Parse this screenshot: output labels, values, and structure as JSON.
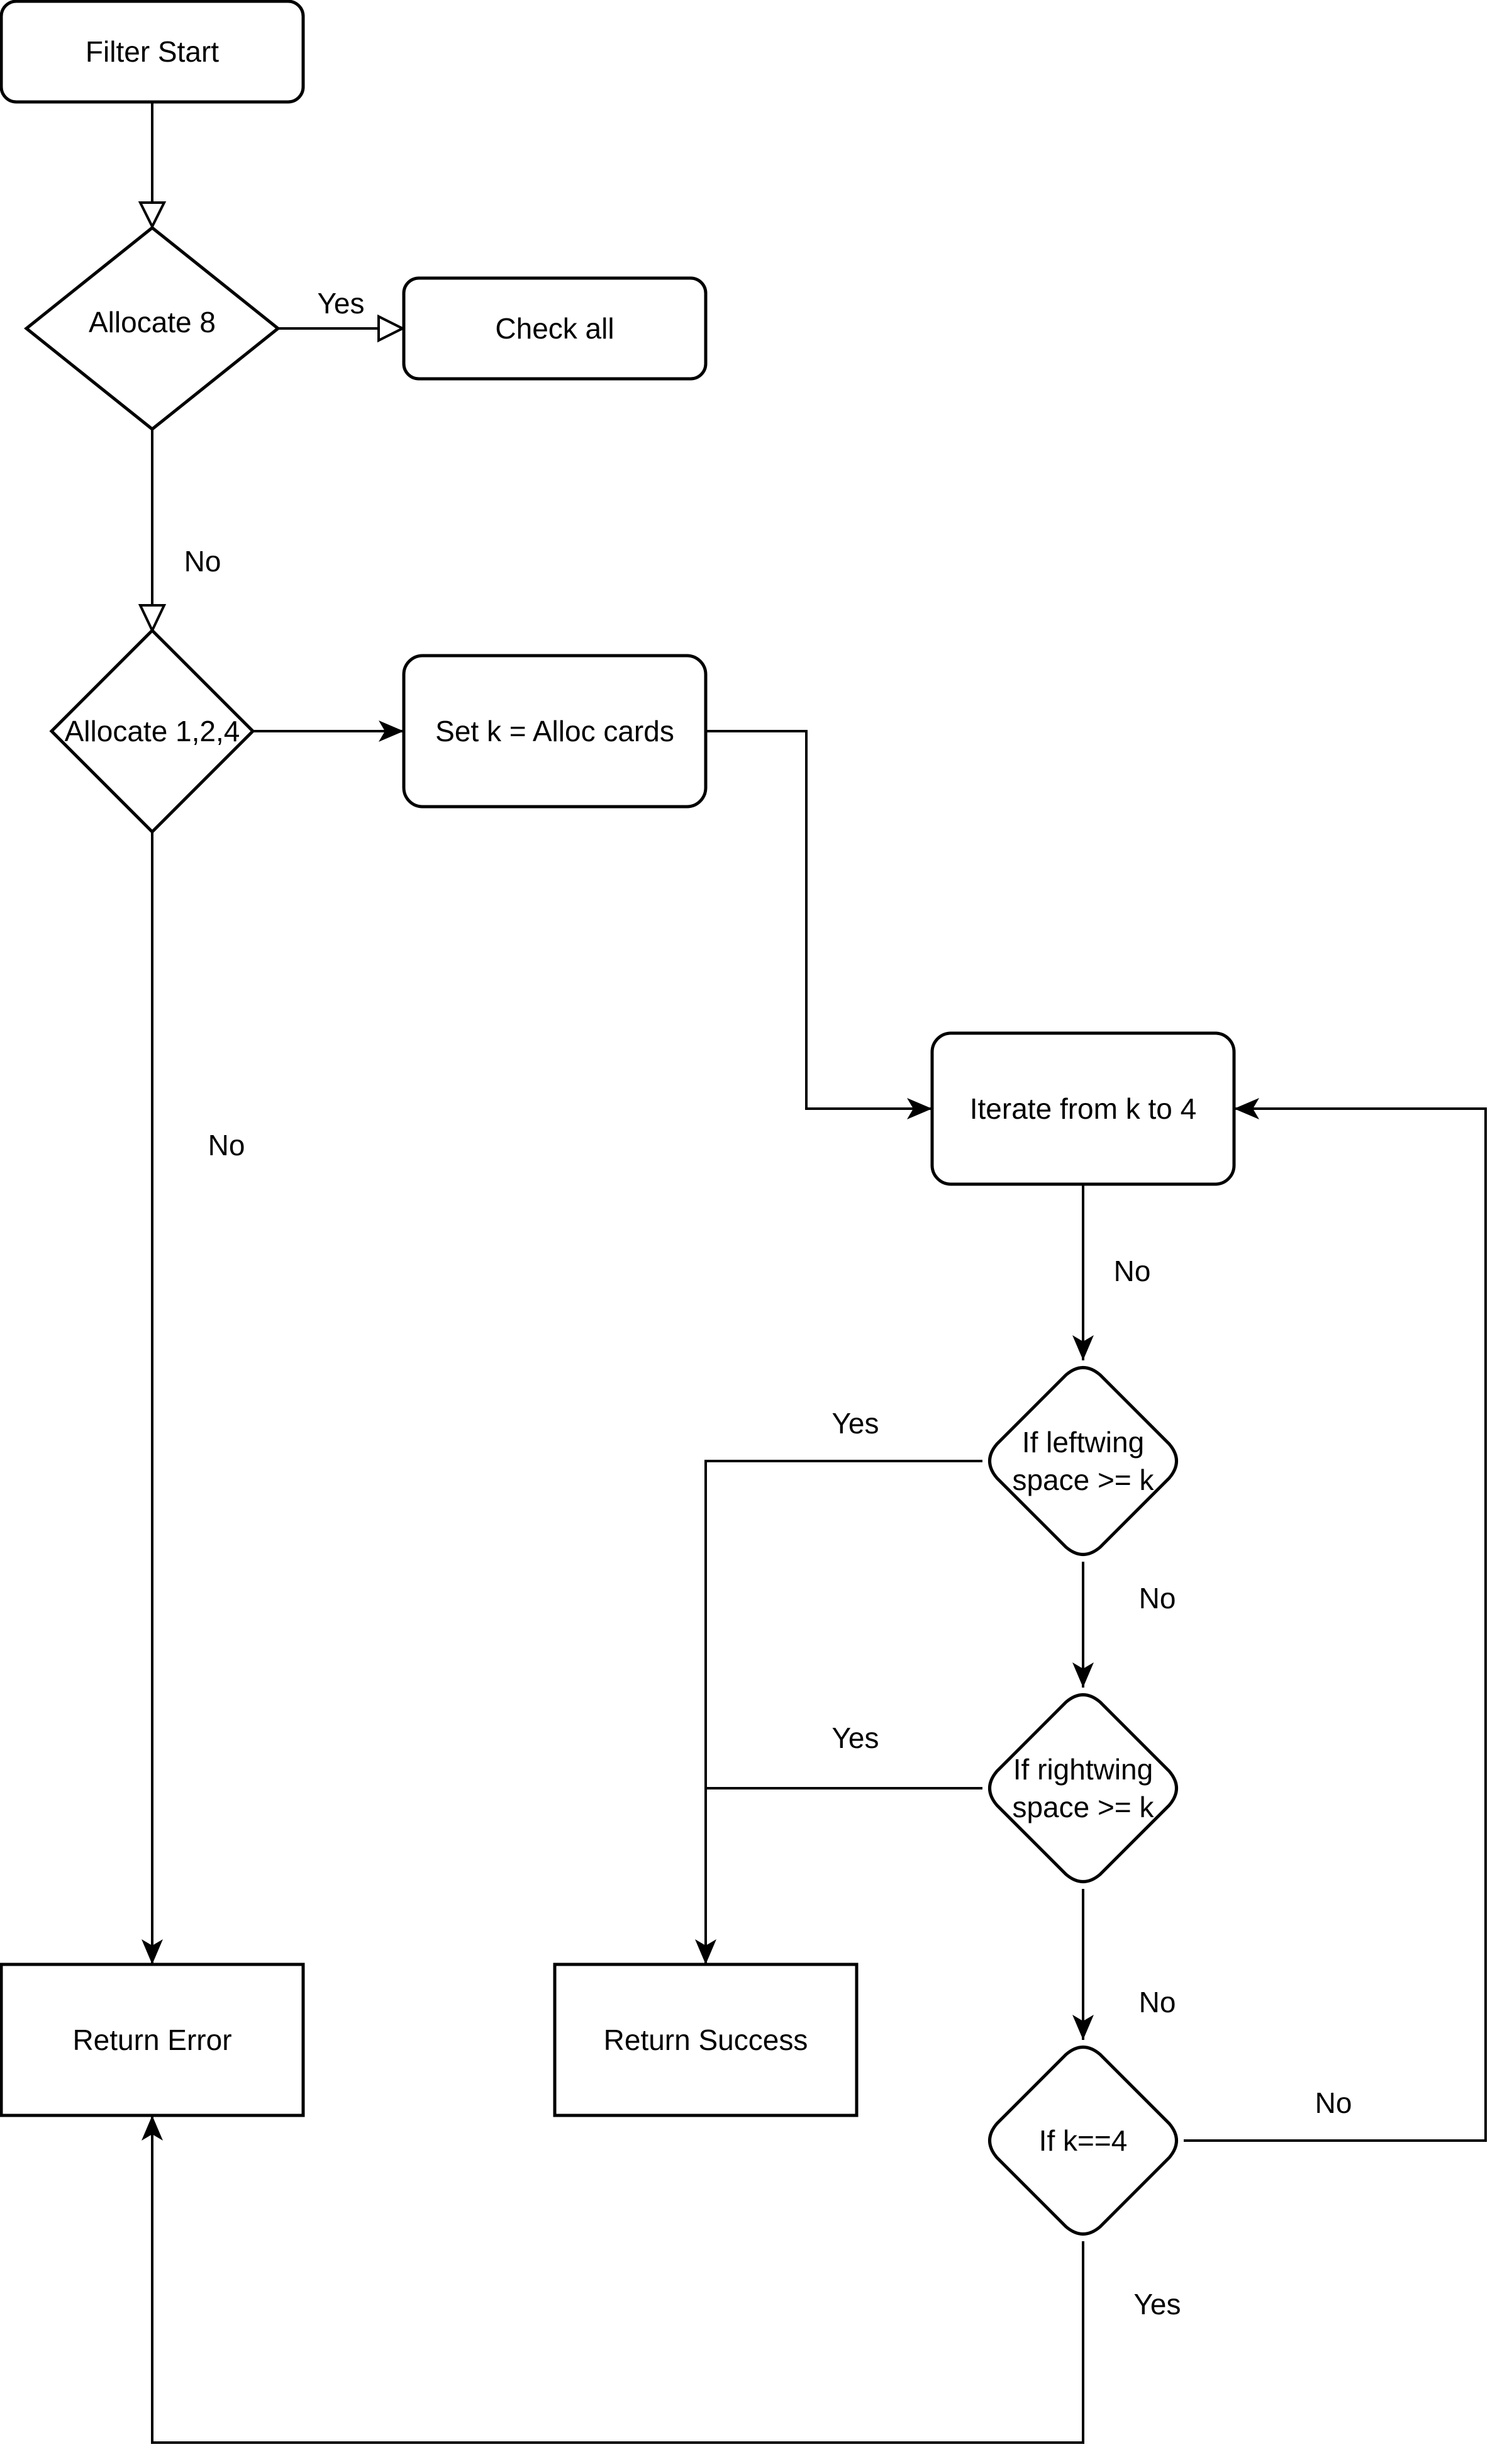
{
  "diagram": {
    "nodes": {
      "filter_start": "Filter Start",
      "allocate_8": "Allocate 8",
      "check_all": "Check all",
      "allocate_124": "Allocate 1,2,4",
      "set_k": "Set k = Alloc cards",
      "iterate": "Iterate from k to 4",
      "leftwing_line1": "If leftwing",
      "leftwing_line2": "space >= k",
      "rightwing_line1": "If rightwing",
      "rightwing_line2": "space >= k",
      "k_eq_4": "If k==4",
      "return_error": "Return Error",
      "return_success": "Return Success"
    },
    "edge_labels": {
      "alloc8_yes": "Yes",
      "alloc8_no": "No",
      "alloc124_no": "No",
      "iterate_no": "No",
      "leftwing_yes": "Yes",
      "leftwing_no": "No",
      "rightwing_yes": "Yes",
      "rightwing_no": "No",
      "k4_no": "No",
      "k4_yes": "Yes"
    }
  }
}
